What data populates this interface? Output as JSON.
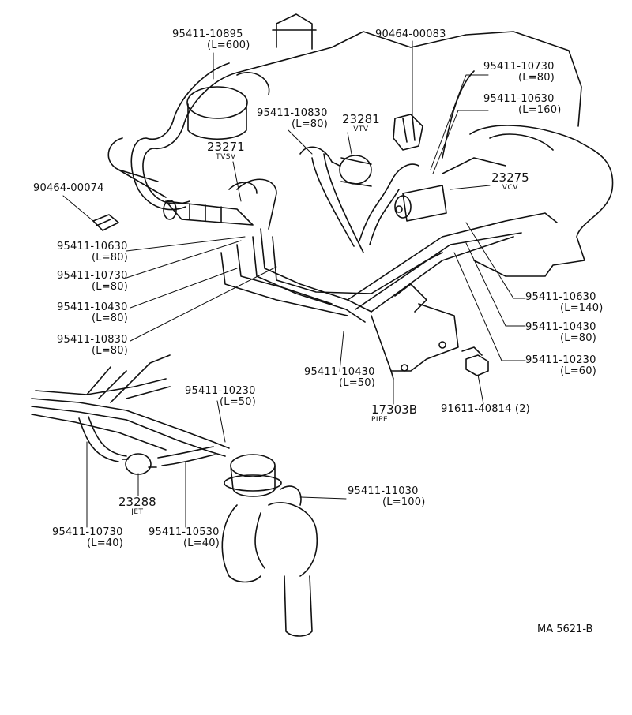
{
  "drawing_code": "MA 5621-B",
  "colors": {
    "ink": "#111111",
    "paper": "#ffffff"
  },
  "references": {
    "tvsv": {
      "number": "23271",
      "sub": "TVSV"
    },
    "vtv": {
      "number": "23281",
      "sub": "VTV"
    },
    "vcv": {
      "number": "23275",
      "sub": "VCV"
    },
    "jet": {
      "number": "23288",
      "sub": "JET"
    },
    "pipe": {
      "number": "17303B",
      "sub": "PIPE"
    }
  },
  "hoses": [
    {
      "id": "h1",
      "part": "95411-10895",
      "length": "(L=600)"
    },
    {
      "id": "h2",
      "part": "90464-00083",
      "length": ""
    },
    {
      "id": "h3",
      "part": "95411-10730",
      "length": "(L=80)"
    },
    {
      "id": "h4",
      "part": "95411-10630",
      "length": "(L=160)"
    },
    {
      "id": "h5",
      "part": "95411-10830",
      "length": "(L=80)"
    },
    {
      "id": "h6",
      "part": "90464-00074",
      "length": ""
    },
    {
      "id": "h7",
      "part": "95411-10630",
      "length": "(L=80)"
    },
    {
      "id": "h8",
      "part": "95411-10730",
      "length": "(L=80)"
    },
    {
      "id": "h9",
      "part": "95411-10430",
      "length": "(L=80)"
    },
    {
      "id": "h10",
      "part": "95411-10830",
      "length": "(L=80)"
    },
    {
      "id": "h11",
      "part": "95411-10630",
      "length": "(L=140)"
    },
    {
      "id": "h12",
      "part": "95411-10430",
      "length": "(L=80)"
    },
    {
      "id": "h13",
      "part": "95411-10230",
      "length": "(L=60)"
    },
    {
      "id": "h14",
      "part": "95411-10430",
      "length": "(L=50)"
    },
    {
      "id": "h15",
      "part": "91611-40814 (2)",
      "length": ""
    },
    {
      "id": "h16",
      "part": "95411-10230",
      "length": "(L=50)"
    },
    {
      "id": "h17",
      "part": "95411-11030",
      "length": "(L=100)"
    },
    {
      "id": "h18",
      "part": "95411-10730",
      "length": "(L=40)"
    },
    {
      "id": "h19",
      "part": "95411-10530",
      "length": "(L=40)"
    }
  ]
}
